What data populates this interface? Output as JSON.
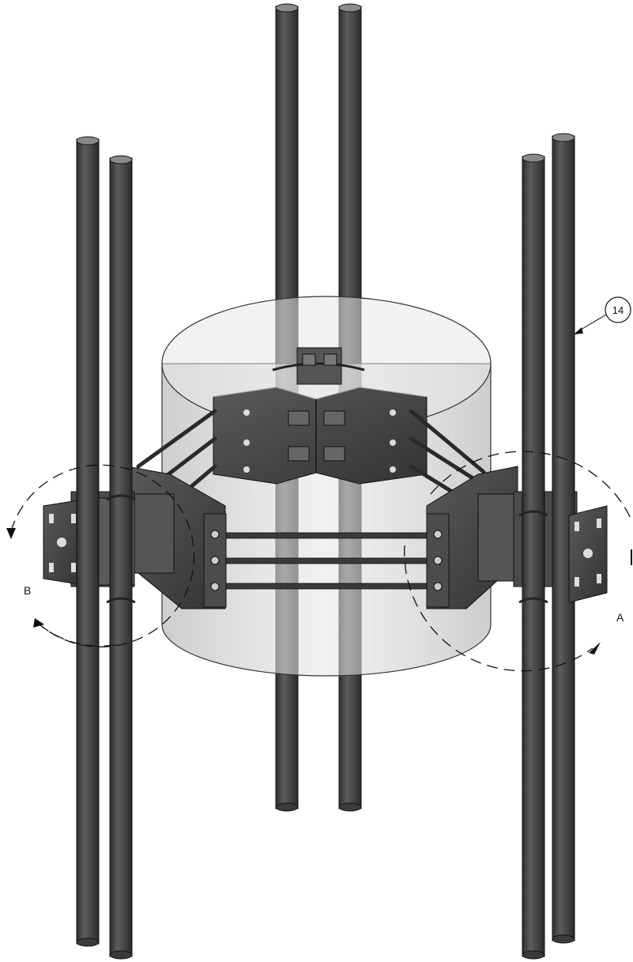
{
  "callouts": [
    {
      "id": "callout-14",
      "label": "14"
    }
  ],
  "rotation_labels": {
    "left": "B",
    "right": "A"
  },
  "colors": {
    "pipe_dark": "#3f3f3f",
    "pipe_light": "#8a8a8a",
    "bracket": "#4a4a4a",
    "cylinder_fill": "#d4d4d4",
    "line": "#111111"
  }
}
